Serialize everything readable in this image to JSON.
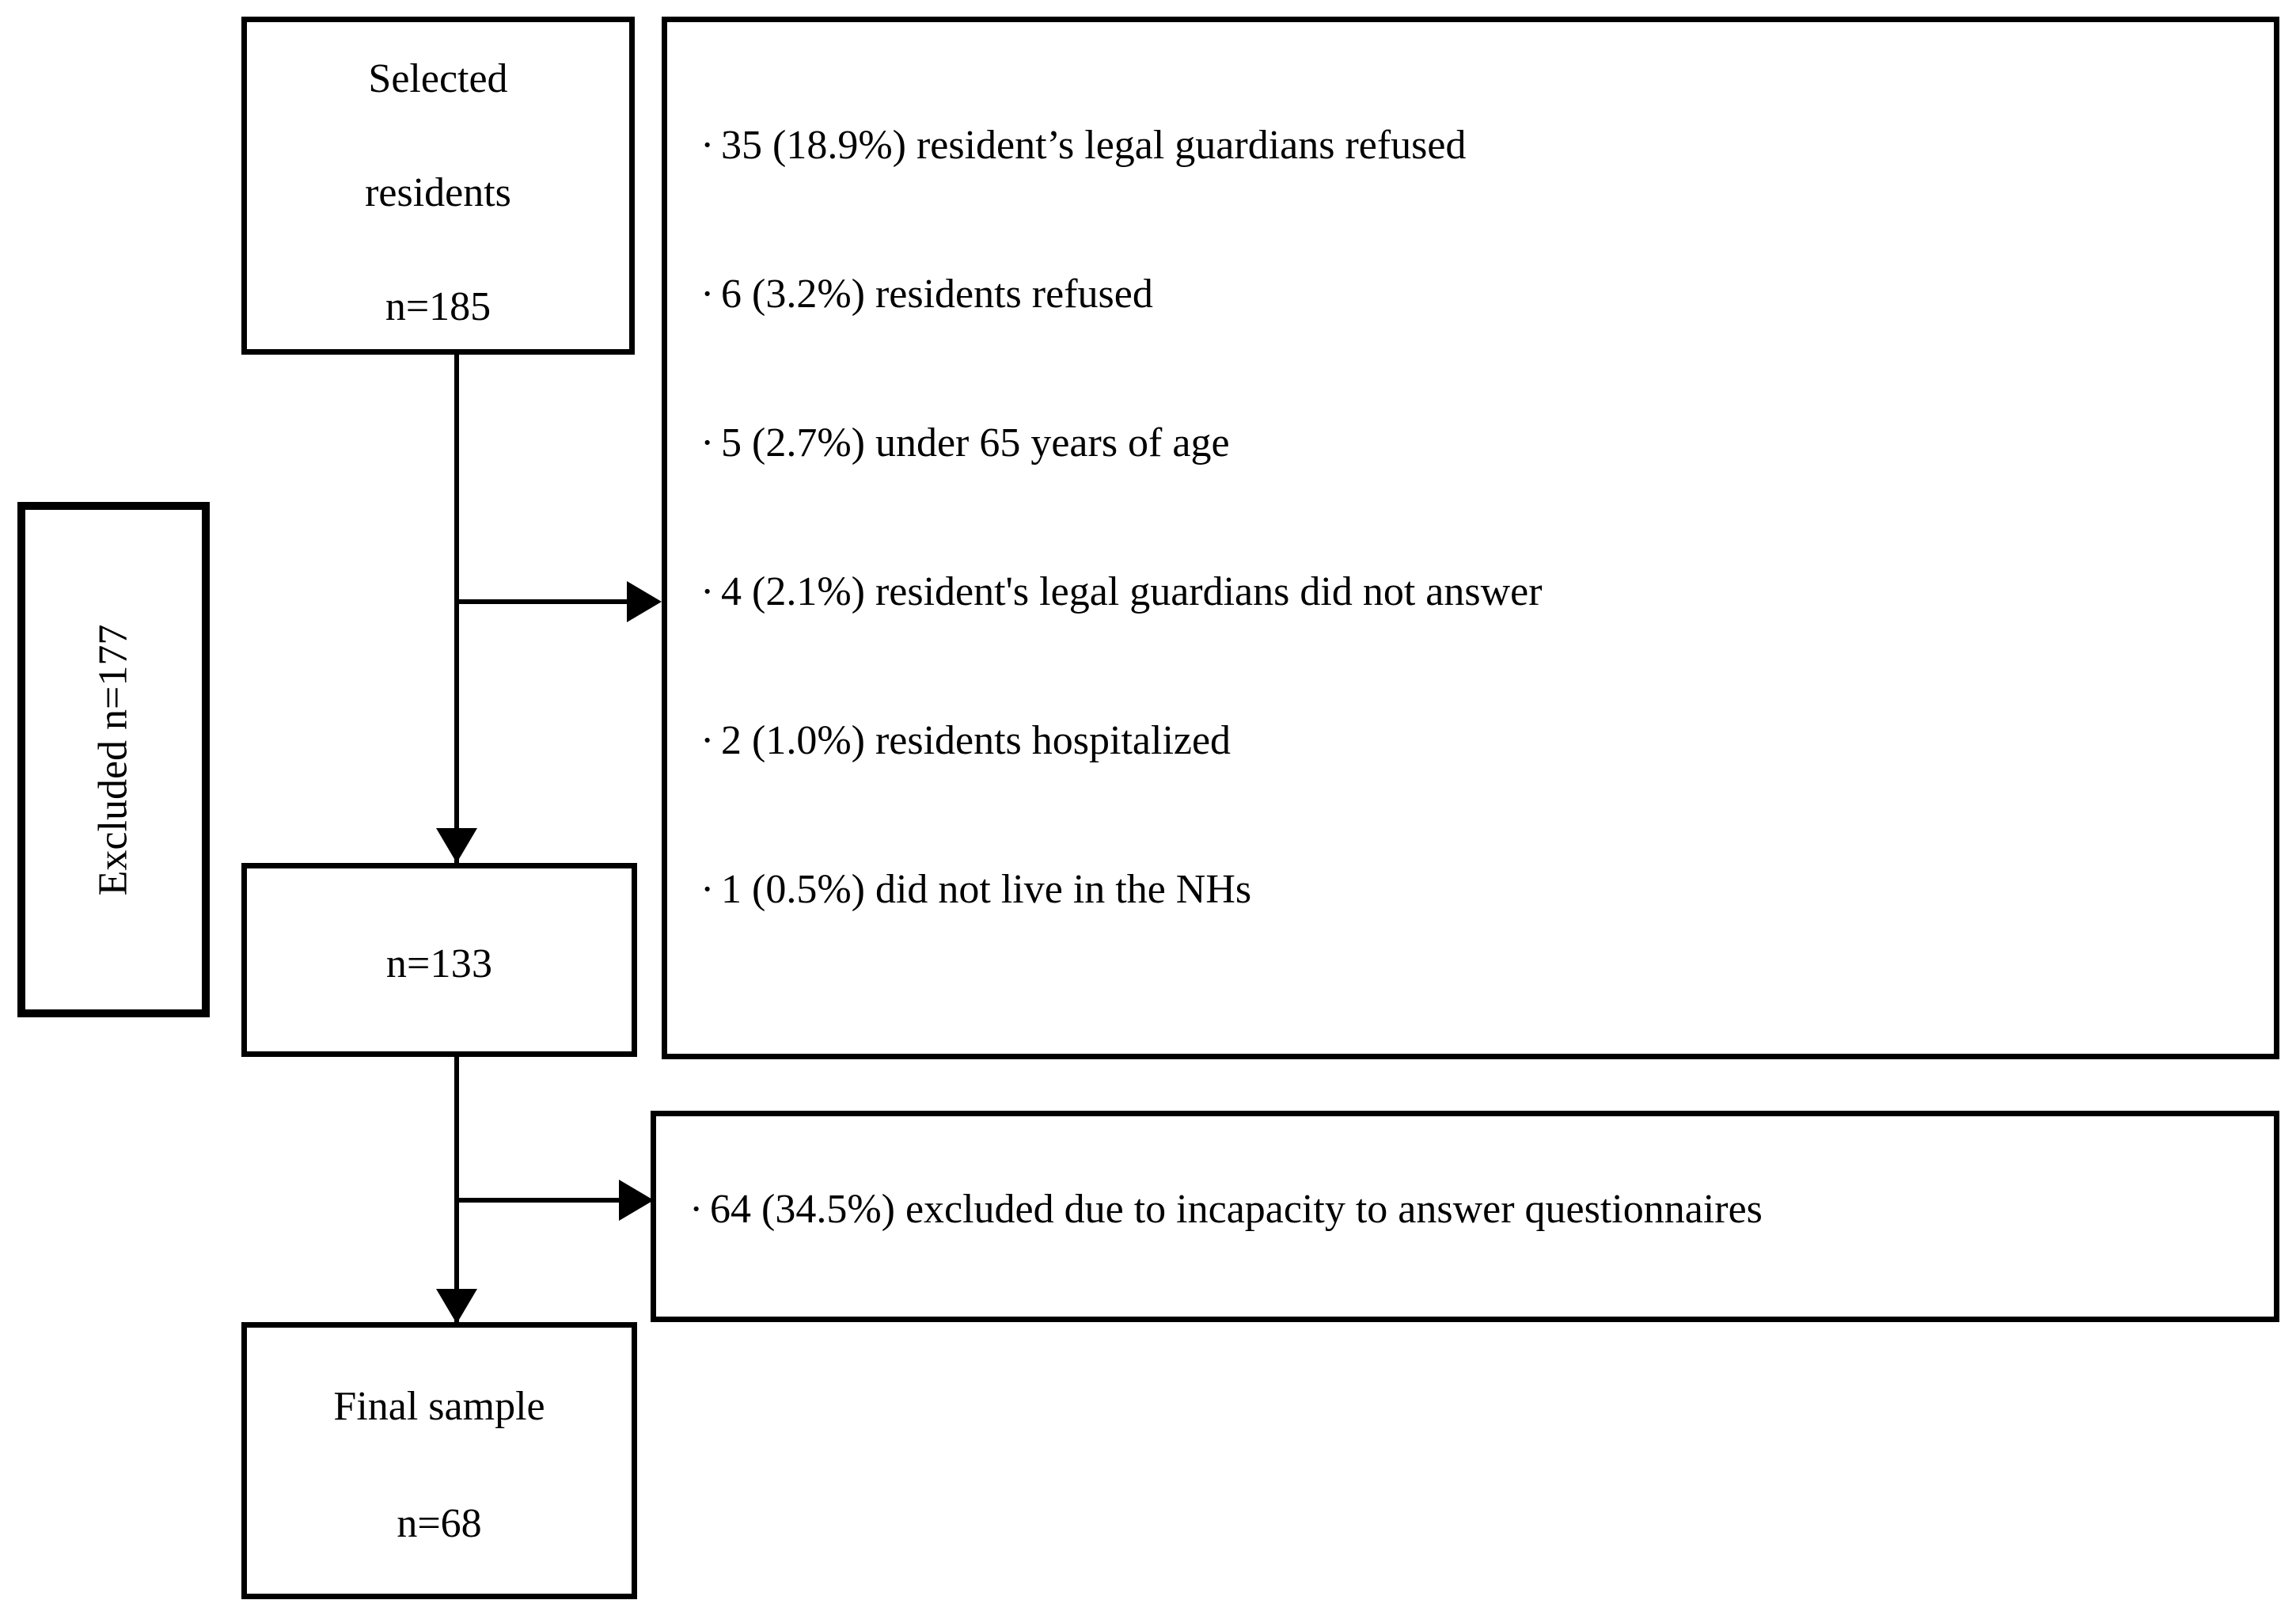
{
  "diagram": {
    "type": "participant-flow-diagram",
    "nodes": {
      "selected": {
        "line1": "Selected",
        "line2": "residents",
        "line3": "n=185"
      },
      "eligible": {
        "line1": "n=133"
      },
      "final": {
        "line1": "Final sample",
        "line2": "n=68"
      },
      "excluded_total": {
        "label": "Excluded n=177"
      }
    },
    "exclusion_box_1": {
      "bullet": "·",
      "items": [
        "35 (18.9%) resident’s legal guardians refused",
        "6 (3.2%) residents refused",
        "5 (2.7%) under 65 years of age",
        "4 (2.1%) resident's legal guardians did not answer",
        "2 (1.0%) residents hospitalized",
        "1 (0.5%) did not live in the NHs"
      ]
    },
    "exclusion_box_2": {
      "bullet": "·",
      "items": [
        "64 (34.5%) excluded due to incapacity to answer questionnaires"
      ]
    },
    "colors": {
      "stroke": "#000000",
      "background": "#ffffff",
      "text": "#000000"
    }
  }
}
